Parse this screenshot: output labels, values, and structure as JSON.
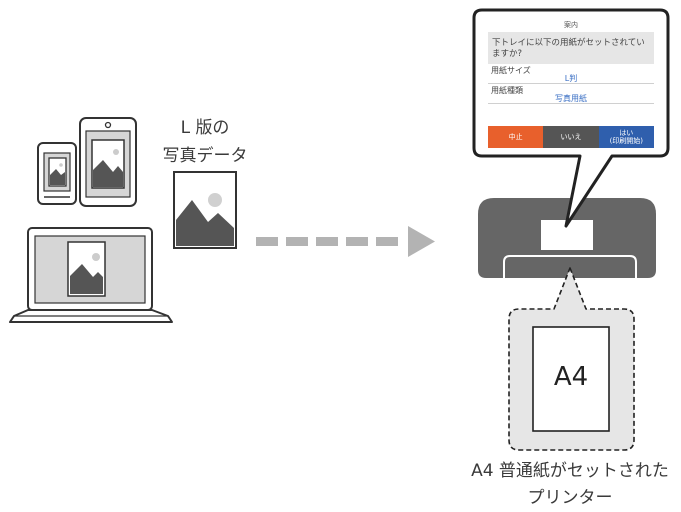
{
  "photo_caption": {
    "line1": "L 版の",
    "line2": "写真データ"
  },
  "printer_screen": {
    "title": "案内",
    "message": "下トレイに以下の用紙がセットされていますか?",
    "paper_size_label": "用紙サイズ",
    "paper_size_value": "L判",
    "paper_type_label": "用紙種類",
    "paper_type_value": "写真用紙",
    "stop_button": "中止",
    "no_button": "いいえ",
    "yes_button_line1": "はい",
    "yes_button_line2": "(印刷開始)"
  },
  "loaded_paper": {
    "size": "A4"
  },
  "printer_caption": {
    "line1": "A4 普通紙がセットされた",
    "line2": "プリンター"
  },
  "colors": {
    "device": "#666666",
    "paper_bg": "#e6e6e6",
    "arrow": "#b3b3b3",
    "stop": "#e8602c",
    "yes": "#2f5fad"
  }
}
